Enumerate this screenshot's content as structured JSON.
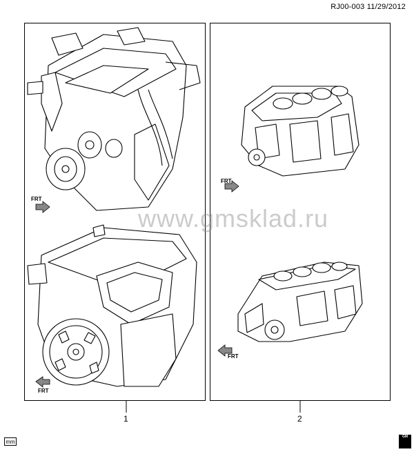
{
  "header": {
    "code": "RJ00-003",
    "date": "11/29/2012"
  },
  "watermark": "www.gmsklad.ru",
  "callouts": [
    {
      "label": "1"
    },
    {
      "label": "2"
    }
  ],
  "front_markers": {
    "label": "FRT"
  },
  "footer": {
    "mm_badge": "mm",
    "gm_logo": "GM"
  }
}
